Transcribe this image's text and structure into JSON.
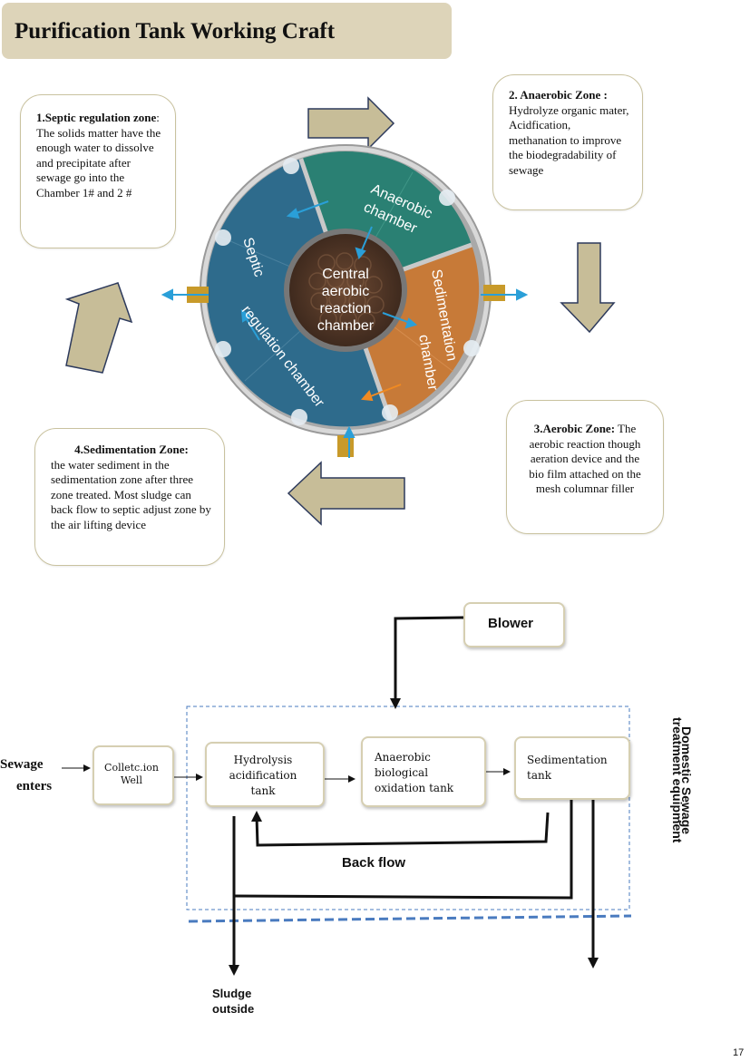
{
  "title": "Purification Tank Working  Craft",
  "callouts": {
    "septic": {
      "heading": "1.Septic regulation zone",
      "body": ": The  solids matter have the enough water to dissolve and precipitate after sewage go into the Chamber 1# and 2 #"
    },
    "anaerobic": {
      "heading": "2. Anaerobic Zone :",
      "body": "Hydrolyze organic mater, Acidfication, methanation to improve the biodegradability of sewage"
    },
    "aerobic": {
      "heading": "3.Aerobic Zone:",
      "body": " The aerobic reaction though aeration device and the bio film attached on the mesh columnar filler"
    },
    "sedimentation": {
      "heading": "4.Sedimentation Zone:",
      "body": "the water sediment in the sedimentation zone after three zone treated. Most sludge can back flow to septic adjust zone by the air lifting device"
    }
  },
  "tank_labels": {
    "anaerobic_1": "Anaerobic",
    "anaerobic_2": "chamber",
    "septic_1": "Septic",
    "septic_2": "regulation chamber",
    "central_1": "Central",
    "central_2": "aerobic",
    "central_3": "reaction",
    "central_4": "chamber",
    "sedimentation_1": "Sedimentation",
    "sedimentation_2": "chamber"
  },
  "flow": {
    "blower": "Blower",
    "sewage_enters_1": "Sewage",
    "sewage_enters_2": "enters",
    "collection_well_1": "Colletc.ion",
    "collection_well_2": "Well",
    "hydrolysis_1": "Hydrolysis",
    "hydrolysis_2": "acidification",
    "hydrolysis_3": "tank",
    "anaerobic_1": "Anaerobic",
    "anaerobic_2": "biological",
    "anaerobic_3": "oxidation tank",
    "sedimentation_1": "Sedimentation",
    "sedimentation_2": "tank",
    "back_flow": "Back flow",
    "sludge_1": "Sludge",
    "sludge_2": "outside",
    "equipment_1": "Domestic Sewage",
    "equipment_2": "treatment equipment"
  },
  "page_number": "17",
  "colors": {
    "title_bg": "#ddd4b9",
    "big_arrow": "#c7bd98",
    "big_arrow_stroke": "#2d3a5c",
    "septic_chamber": "#2e6b8c",
    "anaerobic_chamber": "#2a8073",
    "sedimentation_chamber": "#c77a38",
    "central_chamber": "#5a3a28",
    "dashed_border": "#4a7bbf"
  }
}
